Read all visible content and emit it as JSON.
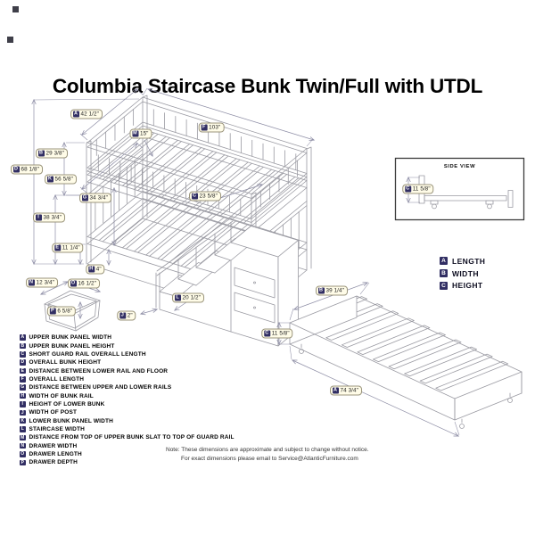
{
  "title": "Columbia Staircase Bunk Twin/Full with UTDL",
  "main": {
    "dims": {
      "A": {
        "key": "A",
        "value": "42 1/2\""
      },
      "B": {
        "key": "B",
        "value": "29 3/8\""
      },
      "C": {
        "key": "C",
        "value": "23 5/8\""
      },
      "D": {
        "key": "D",
        "value": "68 1/8\""
      },
      "E": {
        "key": "E",
        "value": "11 1/4\""
      },
      "F": {
        "key": "F",
        "value": "103\""
      },
      "G": {
        "key": "G",
        "value": "34 3/4\""
      },
      "H": {
        "key": "H",
        "value": "4\""
      },
      "I": {
        "key": "I",
        "value": "38 3/4\""
      },
      "J": {
        "key": "J",
        "value": "2\""
      },
      "K": {
        "key": "K",
        "value": "56 5/8\""
      },
      "L": {
        "key": "L",
        "value": "20 1/2\""
      },
      "M": {
        "key": "M",
        "value": "15\""
      }
    }
  },
  "drawer": {
    "dims": {
      "N": {
        "key": "N",
        "value": "12 3/4\""
      },
      "O": {
        "key": "O",
        "value": "16 1/2\""
      },
      "P": {
        "key": "P",
        "value": "6 5/8\""
      }
    }
  },
  "side_view": {
    "title": "SIDE VIEW",
    "dim": {
      "key": "C",
      "value": "11 5/8\""
    }
  },
  "trundle": {
    "dims": {
      "A": {
        "key": "A",
        "value": "74 3/4\""
      },
      "B": {
        "key": "B",
        "value": "39 1/4\""
      },
      "C": {
        "key": "C",
        "value": "11 5/8\""
      }
    }
  },
  "abc_legend": [
    {
      "key": "A",
      "label": "LENGTH"
    },
    {
      "key": "B",
      "label": "WIDTH"
    },
    {
      "key": "C",
      "label": "HEIGHT"
    }
  ],
  "legend": {
    "items": [
      {
        "key": "A",
        "label": "UPPER BUNK PANEL WIDTH"
      },
      {
        "key": "B",
        "label": "UPPER BUNK PANEL HEIGHT"
      },
      {
        "key": "C",
        "label": "SHORT GUARD RAIL OVERALL LENGTH"
      },
      {
        "key": "D",
        "label": "OVERALL BUNK HEIGHT"
      },
      {
        "key": "E",
        "label": "DISTANCE BETWEEN LOWER RAIL AND FLOOR"
      },
      {
        "key": "F",
        "label": "OVERALL LENGTH"
      },
      {
        "key": "G",
        "label": "DISTANCE BETWEEN UPPER AND LOWER RAILS"
      },
      {
        "key": "H",
        "label": "WIDTH OF BUNK RAIL"
      },
      {
        "key": "I",
        "label": "HEIGHT OF LOWER BUNK"
      },
      {
        "key": "J",
        "label": "WIDTH OF POST"
      },
      {
        "key": "K",
        "label": "LOWER BUNK PANEL WIDTH"
      },
      {
        "key": "L",
        "label": "STAIRCASE WIDTH"
      },
      {
        "key": "M",
        "label": "DISTANCE FROM TOP OF UPPER BUNK SLAT TO TOP OF GUARD RAIL"
      },
      {
        "key": "N",
        "label": "DRAWER WIDTH"
      },
      {
        "key": "O",
        "label": "DRAWER LENGTH"
      },
      {
        "key": "P",
        "label": "DRAWER DEPTH"
      }
    ]
  },
  "note": {
    "label": "Note:",
    "line1": "These dimensions are approximate and subject to change without notice.",
    "line2": "For exact dimensions please email to Service@AtlanticFurniture.com"
  },
  "colors": {
    "badge_navy": "#312e63",
    "pill_bg": "#FFFCE8",
    "line_art": "#9a9aa2",
    "dim_line": "#8d8da5"
  }
}
